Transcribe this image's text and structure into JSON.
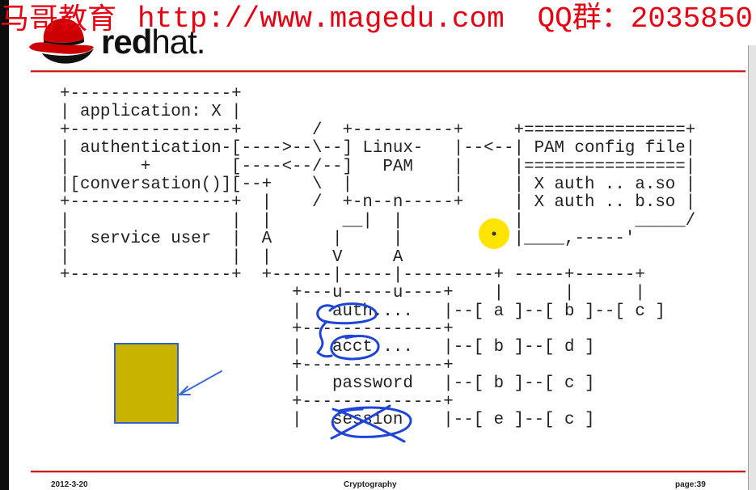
{
  "watermark": {
    "brand": "马哥教育",
    "url": "http://www.magedu.com",
    "qq": "QQ群：2035850"
  },
  "logo": {
    "icon": "red-hat-shadowman-icon",
    "wordmark_bold": "red",
    "wordmark_regular": "hat."
  },
  "diagram": {
    "lines": [
      "+----------------+",
      "| application: X |",
      "+----------------+       /  +----------+     +================+",
      "| authentication-[---->--\\--] Linux-   |--<--| PAM config file|",
      "|       +        [----<--/--]   PAM    |     |================|",
      "|[conversation()][--+    \\  |          |     | X auth .. a.so |",
      "+----------------+  |    /  +-n--n-----+     | X auth .. b.so |",
      "|                |  |       __|  |           |           _____/",
      "|  service user  |  A      |     |           |____,-----'",
      "|                |  |      V     A",
      "+----------------+  +------|-----|---------+ -----+------+",
      "                       +---u-----u----+    |      |      |",
      "                       |   auth....   |--[ a ]--[ b ]--[ c ]",
      "                       +--------------+",
      "                       |   acct....   |--[ b ]--[ d ]",
      "                       +--------------+",
      "                       |   password   |--[ b ]--[ c ]",
      "                       +--------------+",
      "                       |   session    |--[ e ]--[ c ]"
    ]
  },
  "annotations": {
    "cursor": "cursor-highlight-icon",
    "arrow": "arrow-icon",
    "box": "highlight-box"
  },
  "footer": {
    "date": "2012-3-20",
    "title": "Cryptography",
    "page": "page:39"
  },
  "colors": {
    "watermark": "#e60012",
    "rule_line": "#c81e1e",
    "ink": "#1f45d8",
    "highlight_box_fill": "#c8b400",
    "highlight_box_border": "#3060d0",
    "cursor_highlight": "#ffe400",
    "logo_red": "#cc0000"
  }
}
